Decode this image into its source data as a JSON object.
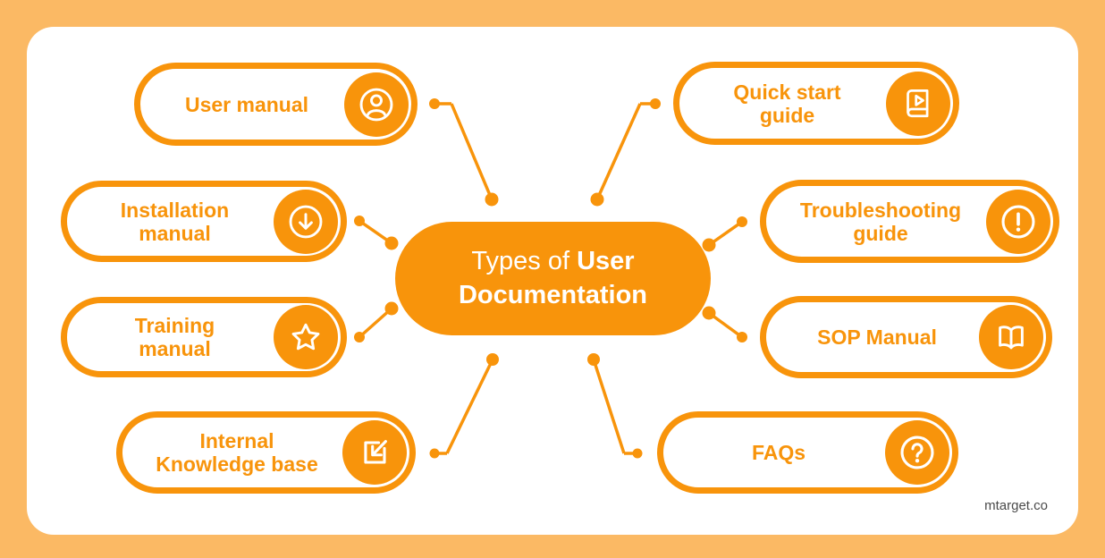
{
  "center_node": {
    "line1_regular": "Types of",
    "line1_bold": "User",
    "line2_bold": "Documentation"
  },
  "nodes": [
    {
      "label": "User manual",
      "icon": "user-icon"
    },
    {
      "label": "Installation manual",
      "icon": "download-icon"
    },
    {
      "label": "Training manual",
      "icon": "star-icon"
    },
    {
      "label": "Internal Knowledge base",
      "icon": "import-edit-icon"
    },
    {
      "label": "Quick start guide",
      "icon": "book-play-icon"
    },
    {
      "label": "Troubleshooting guide",
      "icon": "exclamation-icon"
    },
    {
      "label": "SOP Manual",
      "icon": "open-book-icon"
    },
    {
      "label": "FAQs",
      "icon": "question-icon"
    }
  ],
  "watermark": "mtarget.co",
  "colors": {
    "accent_orange": "#F8940B",
    "background_orange": "#FBB964",
    "card_white": "#FFFFFF",
    "watermark_gray": "#4A4A4A"
  }
}
